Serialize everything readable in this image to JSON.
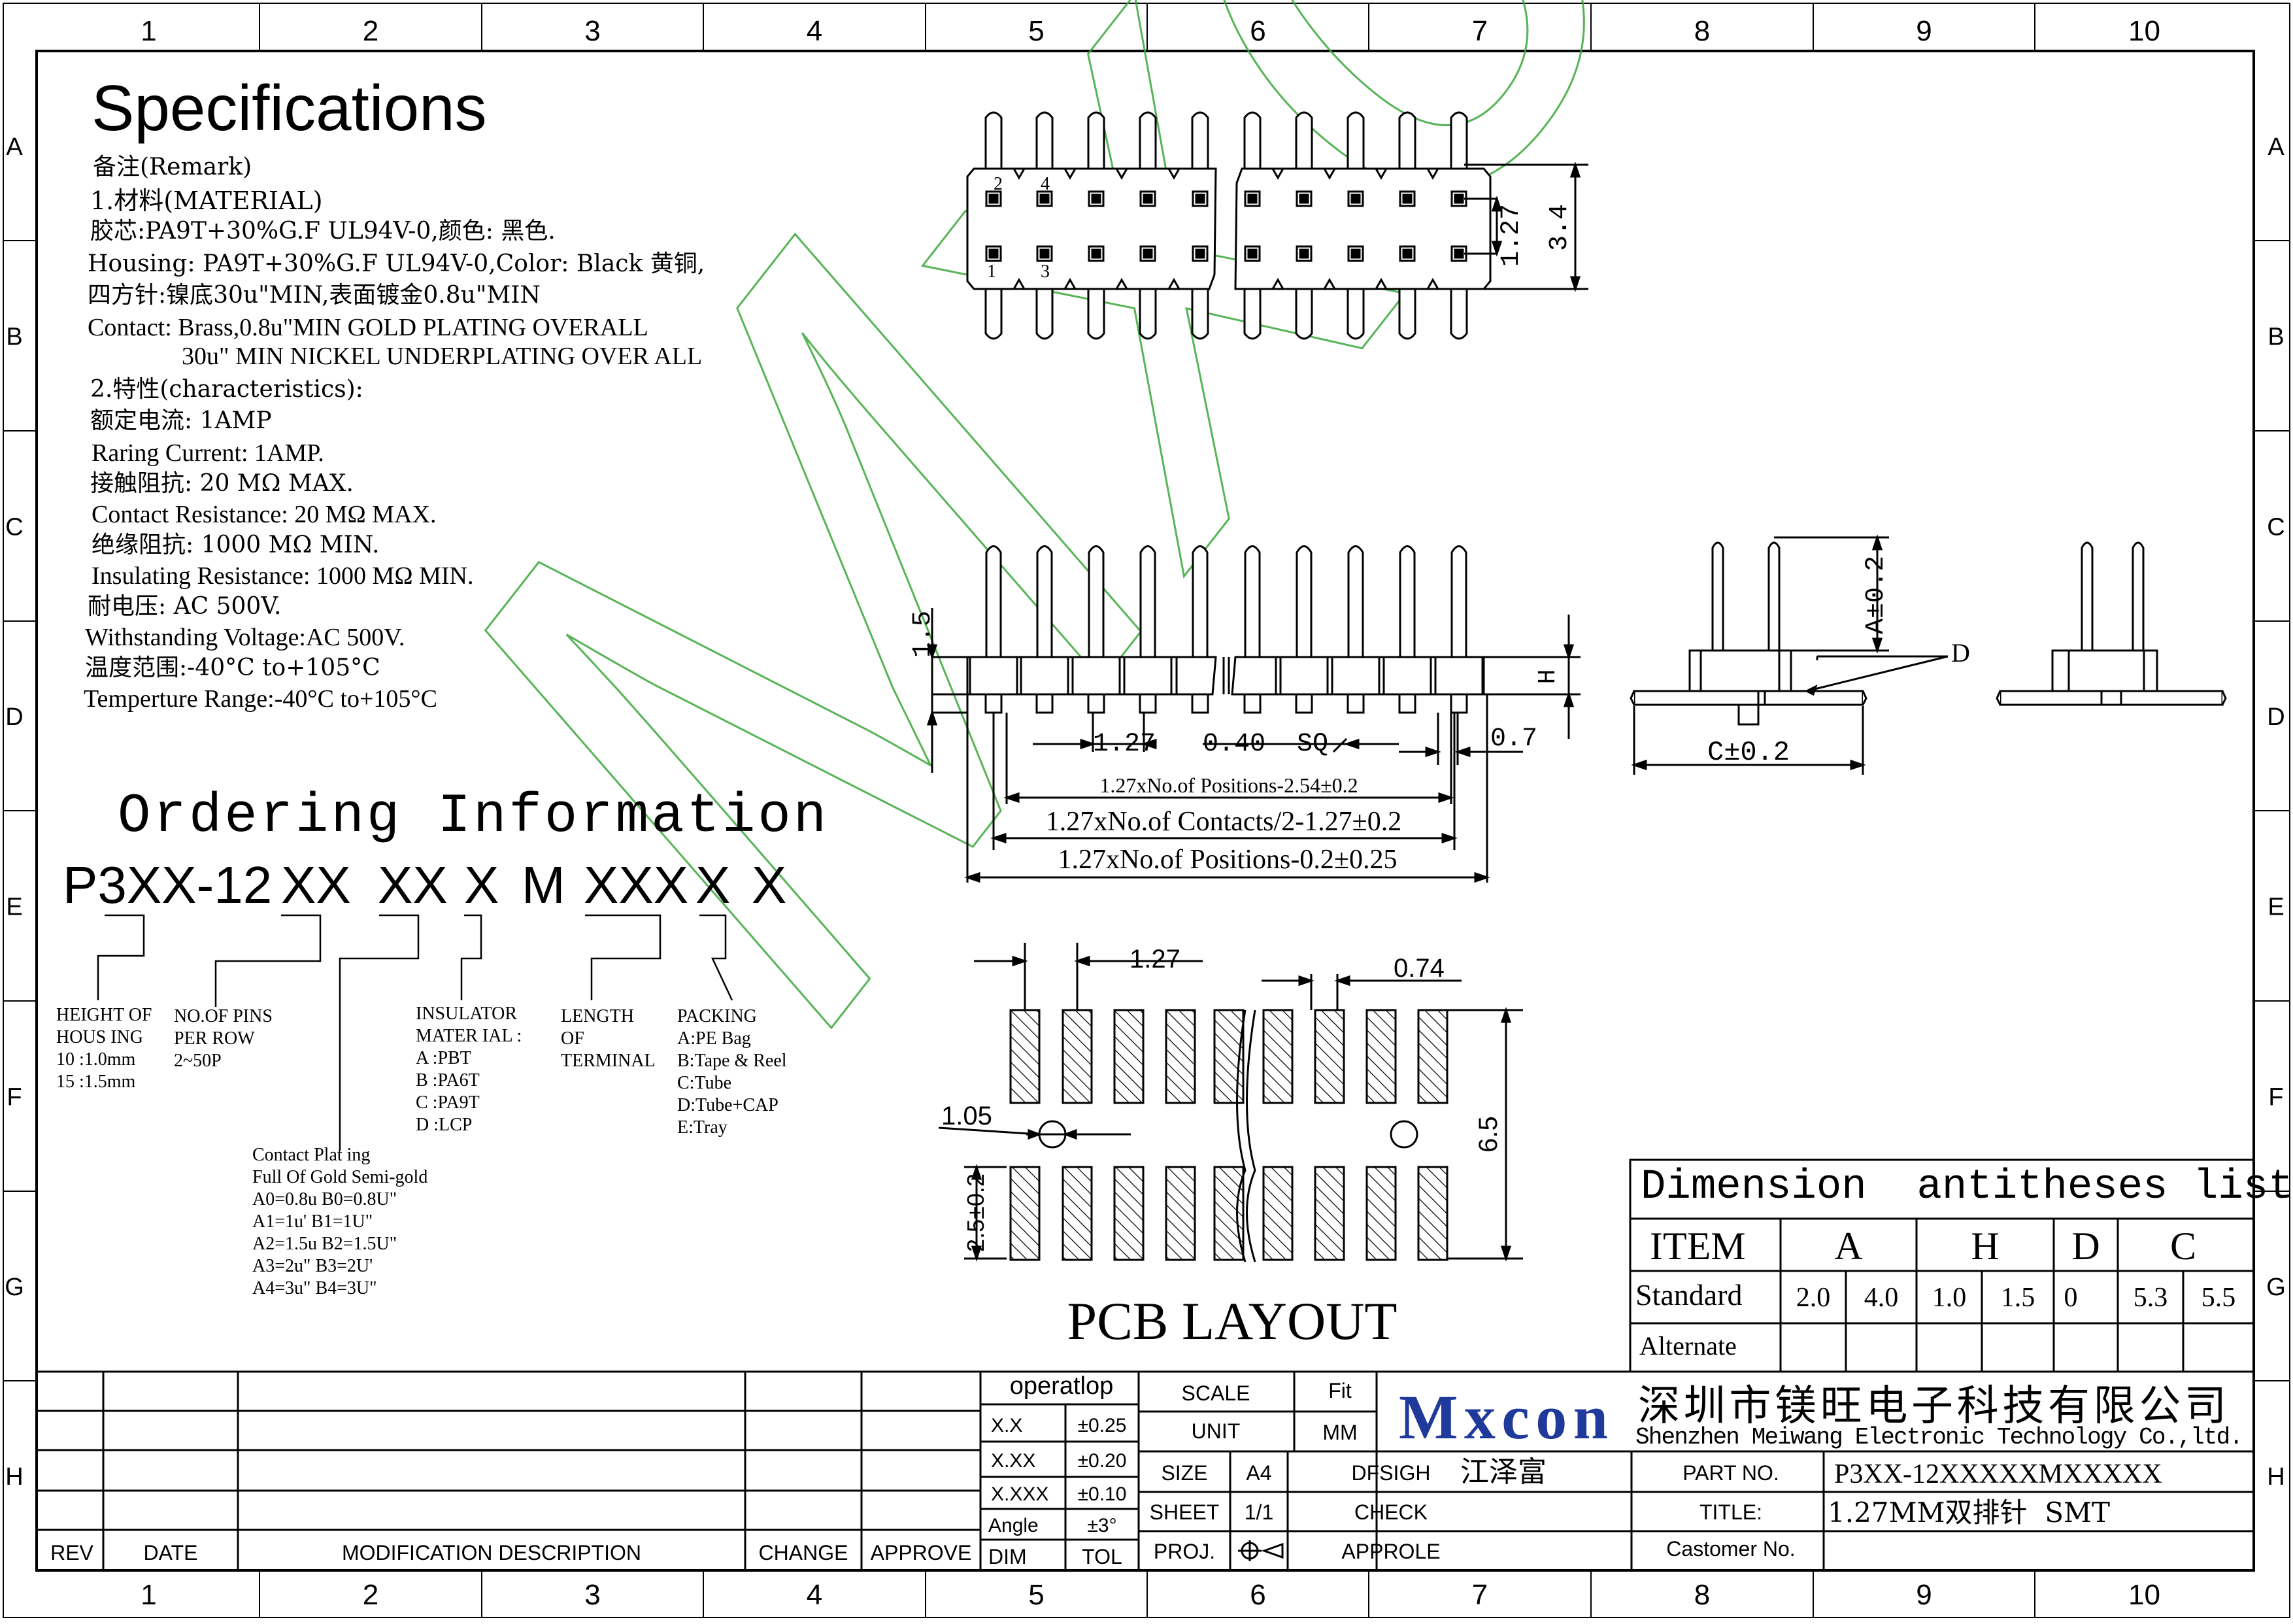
{
  "grid": {
    "cols": [
      "1",
      "2",
      "3",
      "4",
      "5",
      "6",
      "7",
      "8",
      "9",
      "10"
    ],
    "rows": [
      "A",
      "B",
      "C",
      "D",
      "E",
      "F",
      "G",
      "H"
    ]
  },
  "spec": {
    "title": "Specifications",
    "lines": [
      "备注(Remark)",
      "1.材料(MATERIAL)",
      "胶芯:PA9T+30%G.F UL94V-0,颜色: 黑色.",
      "Housing: PA9T+30%G.F UL94V-0,Color: Black 黄铜,",
      "四方针:镍底30u\"MIN,表面镀金0.8u\"MIN",
      "Contact: Brass,0.8u\"MIN GOLD PLATING OVERALL",
      "30u\" MIN NICKEL UNDERPLATING OVER ALL",
      "2.特性(characteristics):",
      "额定电流: 1AMP",
      "Raring Current: 1AMP.",
      "接触阻抗: 20 MΩ MAX.",
      "Contact Resistance: 20 MΩ MAX.",
      "绝缘阻抗: 1000 MΩ MIN.",
      "Insulating Resistance: 1000 MΩ MIN.",
      "耐电压: AC 500V.",
      "Withstanding Voltage:AC 500V.",
      "温度范围:-40°C to+105°C",
      "Temperture Range:-40°C to+105°C"
    ]
  },
  "ordering": {
    "title": "Ordering Information",
    "code": [
      "P3XX-12",
      "XX",
      "XX",
      "X",
      "M",
      "XXX",
      "X",
      "X"
    ],
    "height": [
      "HEIGHT OF",
      "HOUS ING",
      "10 :1.0mm",
      "15 :1.5mm"
    ],
    "pins": [
      "NO.OF PINS",
      "PER ROW",
      "2~50P"
    ],
    "insulator": [
      "INSULATOR",
      "MATER IAL :",
      "A :PBT",
      "B :PA6T",
      "C :PA9T",
      "D :LCP"
    ],
    "length": [
      "LENGTH",
      "OF",
      "TERMINAL"
    ],
    "packing": [
      "PACKING",
      "A:PE Bag",
      "B:Tape & Reel",
      "C:Tube",
      "D:Tube+CAP",
      "E:Tray"
    ],
    "plating": [
      "Contact Plat ing",
      "Full Of Gold Semi-gold",
      "A0=0.8u B0=0.8U\"",
      "A1=1u' B1=1U\"",
      "A2=1.5u B2=1.5U\"",
      "A3=2u\" B3=2U'",
      "A4=3u\" B4=3U\""
    ]
  },
  "top_view": {
    "pin_labels": [
      "2",
      "4",
      "1",
      "3"
    ],
    "dim_pitch": "1.27",
    "dim_height": "3.4"
  },
  "front_view": {
    "dim_15": "1.5",
    "dim_H": "H",
    "dim_127": "1.27",
    "dim_040": "0.40  SQ",
    "dim_07": "0.7",
    "dim_a": "1.27xNo.of Positions-2.54±0.2",
    "dim_b": "1.27xNo.of Contacts/2-1.27±0.2",
    "dim_c": "1.27xNo.of Positions-0.2±0.25"
  },
  "side_view": {
    "dim_A": "A±0.2",
    "dim_D": "D",
    "dim_C": "C±0.2"
  },
  "pcb": {
    "title": "PCB LAYOUT",
    "dim_127": "1.27",
    "dim_074": "0.74",
    "dim_105": "1.05",
    "dim_25": "2.5±0.2",
    "dim_65": "6.5"
  },
  "dim_table": {
    "title": "Dimension  antitheses list",
    "item": "ITEM",
    "cols": [
      "A",
      "H",
      "D",
      "C"
    ],
    "standard_label": "Standard",
    "standard": [
      "2.0",
      "4.0",
      "1.0",
      "1.5",
      "0",
      "5.3",
      "5.5"
    ],
    "alternate_label": "Alternate"
  },
  "title_block": {
    "rev_headers": [
      "REV",
      "DATE",
      "MODIFICATION DESCRIPTION",
      "CHANGE",
      "APPROVE"
    ],
    "operatlop": "operatlop",
    "tol": [
      [
        "X.X",
        "±0.25"
      ],
      [
        "X.XX",
        "±0.20"
      ],
      [
        "X.XXX",
        "±0.10"
      ],
      [
        "Angle",
        "±3°"
      ],
      [
        "DIM",
        "TOL"
      ]
    ],
    "scale_label": "SCALE",
    "scale_value": "Fit",
    "unit_label": "UNIT",
    "unit_value": "MM",
    "size_label": "SIZE",
    "size_value": "A4",
    "sheet_label": "SHEET",
    "sheet_value": "1/1",
    "proj_label": "PROJ.",
    "dfsigh": "DFSIGH",
    "dfsigh_value": "江泽富",
    "check": "CHECK",
    "approle": "APPROLE",
    "logo": "Mxcon",
    "company_cn": "深圳市镁旺电子科技有限公司",
    "company_en": "Shenzhen Meiwang Electronic Technology Co.,ltd.",
    "part_no_label": "PART NO.",
    "part_no": "P3XX-12XXXXXMXXXXX",
    "title_label": "TITLE:",
    "title_value": "1.27MM双排针  SMT",
    "customer_label": "Castomer No."
  },
  "watermark": "Mxcon",
  "colors": {
    "line": "#000000",
    "watermark": "#3aa83a"
  }
}
